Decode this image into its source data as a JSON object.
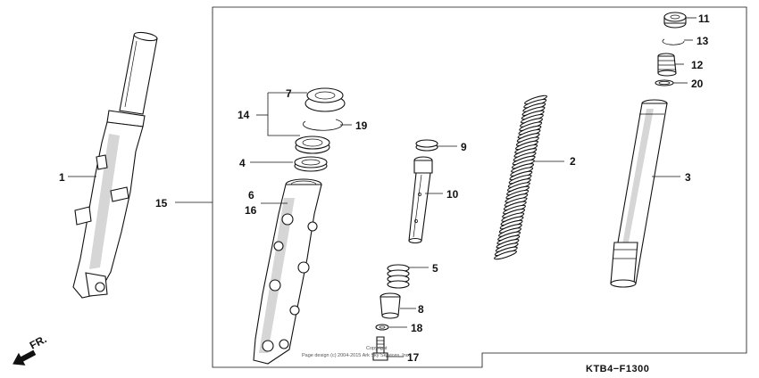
{
  "diagram": {
    "code": "KTB4−F1300",
    "copyright_line1": "Copyright",
    "copyright_line2": "Page design (c) 2004-2015 Ark Sky Services, Inc.",
    "direction_label": "FR.",
    "callouts": {
      "p1": "1",
      "p2": "2",
      "p3": "3",
      "p4": "4",
      "p5": "5",
      "p6": "6",
      "p7": "7",
      "p8": "8",
      "p9": "9",
      "p10": "10",
      "p11": "11",
      "p12": "12",
      "p13": "13",
      "p14": "14",
      "p15": "15",
      "p16": "16",
      "p17": "17",
      "p18": "18",
      "p19": "19",
      "p20": "20"
    }
  }
}
